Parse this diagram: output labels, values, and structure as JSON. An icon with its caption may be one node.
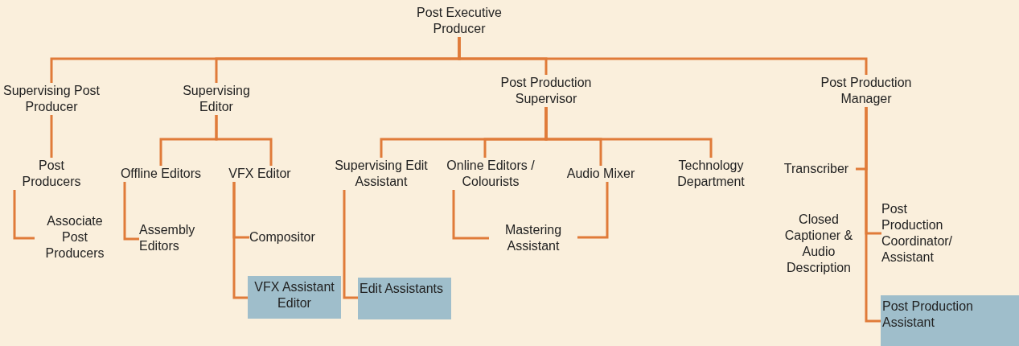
{
  "diagram": {
    "nodes": [
      {
        "text": [
          "Post Executive Producer"
        ]
      },
      {
        "text": [
          "Supervising Post Producer"
        ]
      },
      {
        "text": [
          "Supervising Editor"
        ]
      },
      {
        "text": [
          "Post Production Supervisor"
        ]
      },
      {
        "text": [
          "Post Production Manager"
        ]
      },
      {
        "text": [
          "Post Producers"
        ]
      },
      {
        "text": [
          "Offline Editors"
        ]
      },
      {
        "text": [
          "VFX Editor"
        ]
      },
      {
        "text": [
          "Associate Post Producers"
        ]
      },
      {
        "text": [
          "Assembly Editors"
        ]
      },
      {
        "text": [
          "Compositor"
        ]
      },
      {
        "text": [
          "VFX Assistant Editor"
        ]
      },
      {
        "text": [
          "Supervising Edit Assistant"
        ]
      },
      {
        "text": [
          "Online Editors / Colourists"
        ]
      },
      {
        "text": [
          "Audio Mixer"
        ]
      },
      {
        "text": [
          "Technology Department"
        ]
      },
      {
        "text": [
          "Mastering Assistant"
        ]
      },
      {
        "text": [
          "Edit Assistants"
        ]
      },
      {
        "text": [
          "Transcriber"
        ]
      },
      {
        "text": [
          "Post Production Coordinator/ Assistant"
        ]
      },
      {
        "text": [
          "Post Production Assistant"
        ]
      }
    ],
    "edges": [
      {
        "from": 0,
        "to": 1,
        "arrow": "none"
      },
      {
        "from": 0,
        "to": 2,
        "arrow": "none"
      },
      {
        "from": 0,
        "to": 3,
        "arrow": "none"
      },
      {
        "from": 0,
        "to": 4,
        "arrow": "none"
      },
      {
        "from": 1,
        "to": 5,
        "arrow": "none"
      },
      {
        "from": 2,
        "to": 6,
        "arrow": "none"
      },
      {
        "from": 2,
        "to": 7,
        "arrow": "none"
      },
      {
        "from": 3,
        "to": 12,
        "arrow": "none"
      },
      {
        "from": 3,
        "to": 13,
        "arrow": "none"
      },
      {
        "from": 3,
        "to": 14,
        "arrow": "none"
      },
      {
        "from": 3,
        "to": 15,
        "arrow": "none"
      },
      {
        "from": 4,
        "to": 18,
        "arrow": "none"
      },
      {
        "from": 4,
        "to": 19,
        "arrow": "none"
      },
      {
        "from": 4,
        "to": 20,
        "arrow": "none"
      },
      {
        "from": 5,
        "to": 8,
        "arrow": "none"
      },
      {
        "from": 6,
        "to": 9,
        "arrow": "none"
      },
      {
        "from": 7,
        "to": 10,
        "arrow": "none"
      },
      {
        "from": 7,
        "to": 11,
        "arrow": "none"
      },
      {
        "from": 12,
        "to": 17,
        "arrow": "none"
      },
      {
        "from": 13,
        "to": 16,
        "arrow": "none"
      },
      {
        "from": 14,
        "to": 16,
        "arrow": "none"
      }
    ],
    "labels": [
      "Closed Captioner & Audio Description"
    ]
  }
}
